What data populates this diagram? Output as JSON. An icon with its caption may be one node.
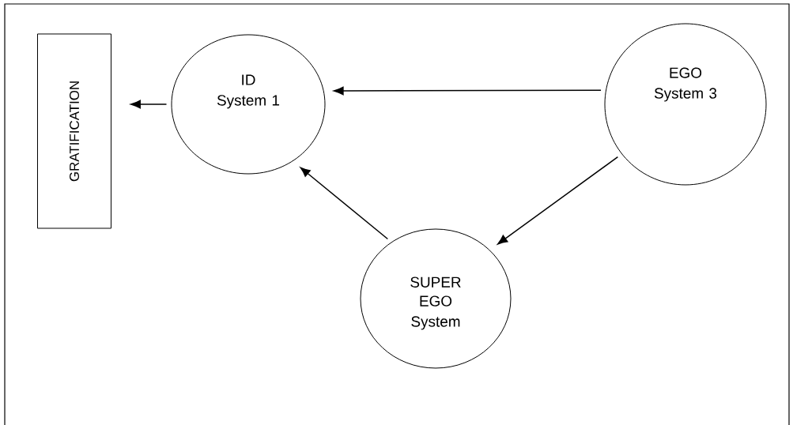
{
  "diagram": {
    "nodes": [
      {
        "text": [
          "GRATIFICATION"
        ]
      },
      {
        "text": [
          "ID",
          "System 1"
        ]
      },
      {
        "text": [
          "EGO",
          "System 3"
        ]
      },
      {
        "text": [
          "SUPER EGO",
          "System"
        ]
      }
    ],
    "edges": [
      {
        "from": 1,
        "to": 0,
        "arrow": "to"
      },
      {
        "from": 2,
        "to": 1,
        "arrow": "to"
      },
      {
        "from": 2,
        "to": 3,
        "arrow": "to"
      },
      {
        "from": 3,
        "to": 1,
        "arrow": "to"
      }
    ]
  }
}
